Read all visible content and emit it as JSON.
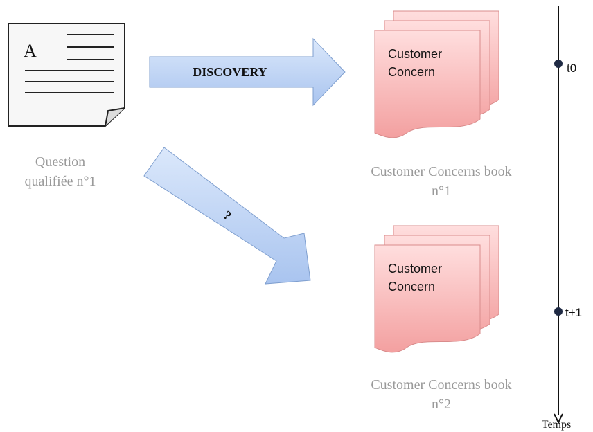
{
  "document": {
    "letter": "A",
    "caption_line1": "Question",
    "caption_line2": "qualifiée n°1",
    "icon": "document-icon"
  },
  "arrows": {
    "discovery_label": "DISCOVERY",
    "diagonal_label": "?"
  },
  "books": [
    {
      "card_line1": "Customer",
      "card_line2": "Concern",
      "caption_line1": "Customer Concerns book",
      "caption_line2": "n°1"
    },
    {
      "card_line1": "Customer",
      "card_line2": "Concern",
      "caption_line1": "Customer Concerns book",
      "caption_line2": "n°2"
    }
  ],
  "timeline": {
    "marker_1": "t0",
    "marker_2": "t+1",
    "axis_label": "Temps"
  },
  "colors": {
    "arrow_fill_light": "#dbe8fb",
    "arrow_fill_dark": "#a9c4ef",
    "arrow_stroke": "#7f9fcf",
    "card_fill_light": "#ffdcdc",
    "card_fill_dark": "#f4a0a0",
    "card_stroke": "#d98c8c",
    "caption_gray": "#9a9a9a",
    "marker_fill": "#1f2a44"
  }
}
